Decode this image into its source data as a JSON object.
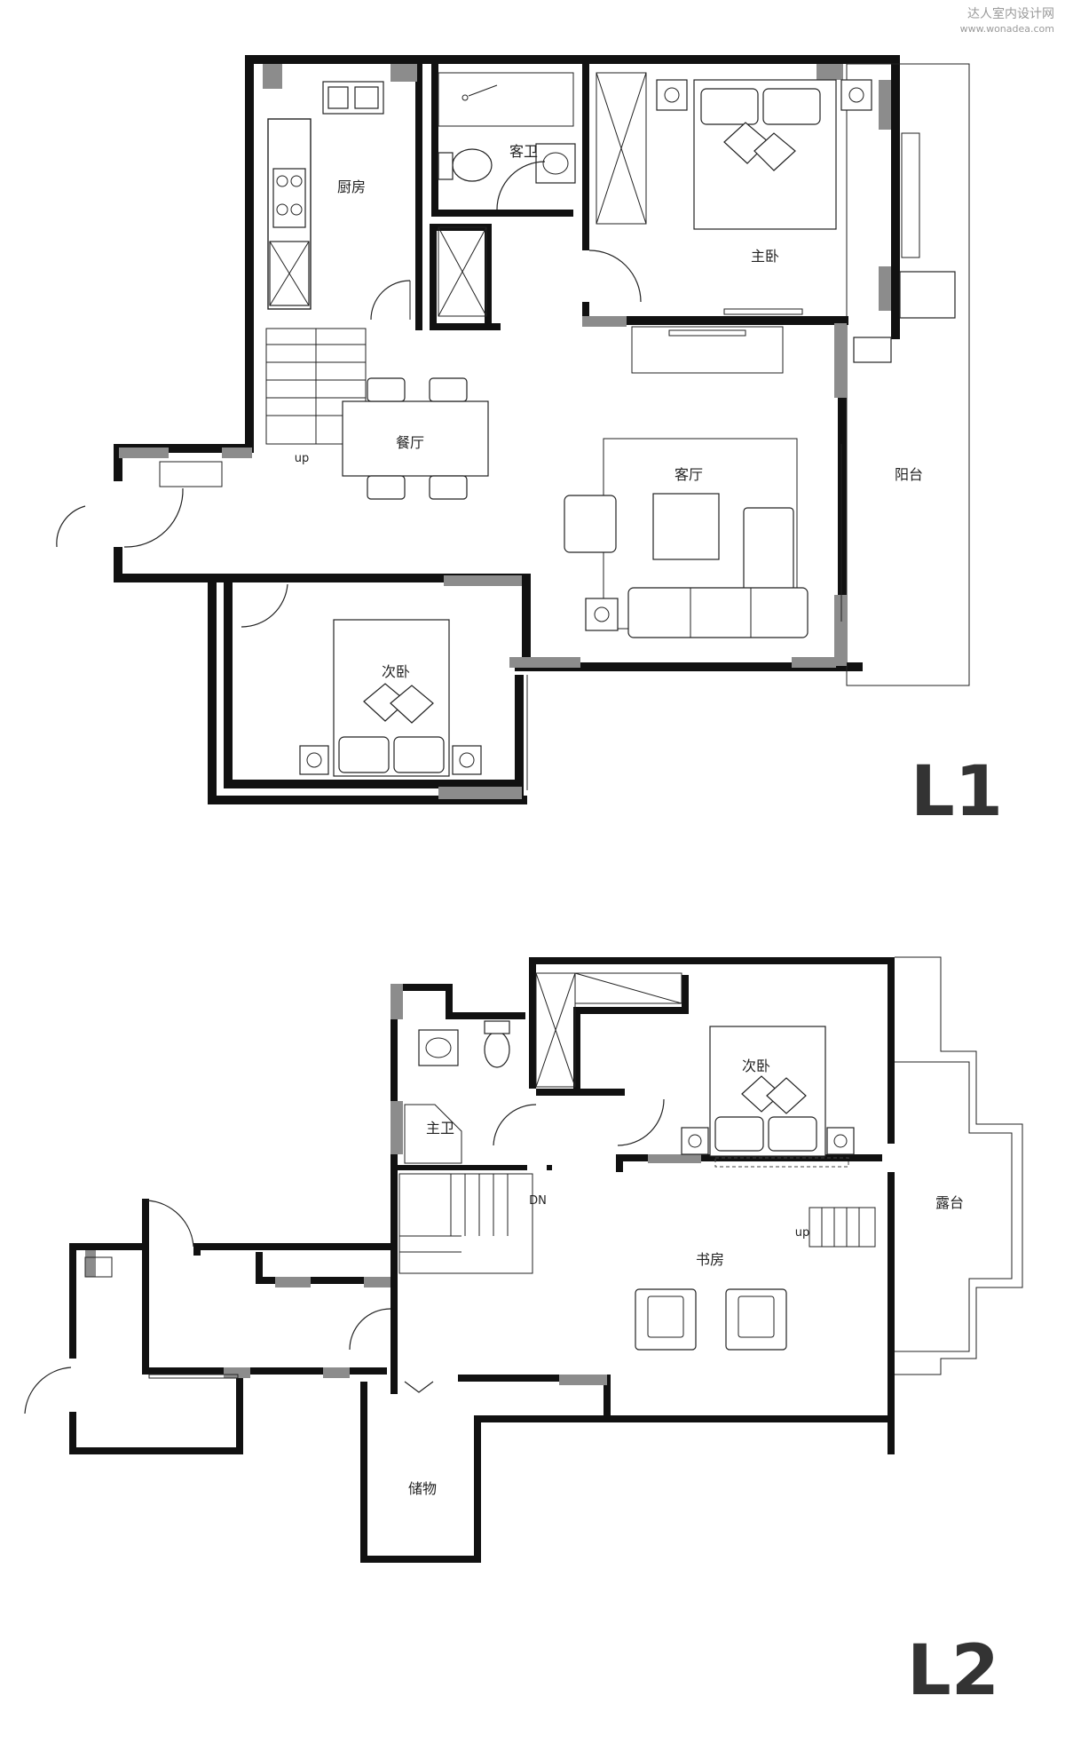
{
  "watermark": {
    "brand": "达人室内设计网",
    "url": "www.wonadea.com"
  },
  "level1": {
    "label": "L1",
    "rooms": {
      "kitchen": "厨房",
      "guest_bath": "客卫",
      "master_bedroom": "主卧",
      "dining": "餐厅",
      "living": "客厅",
      "balcony": "阳台",
      "second_bedroom": "次卧"
    },
    "stair_label": "up"
  },
  "level2": {
    "label": "L2",
    "rooms": {
      "master_bath": "主卫",
      "second_bedroom": "次卧",
      "terrace": "露台",
      "study": "书房",
      "storage": "储物"
    },
    "stair_down_label": "DN",
    "stair_up_label": "up"
  }
}
